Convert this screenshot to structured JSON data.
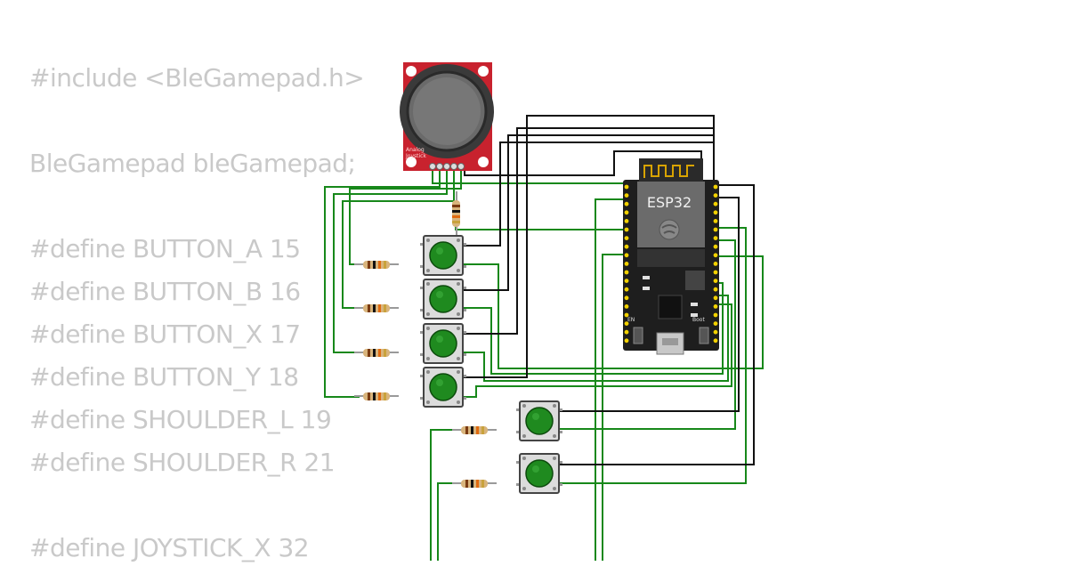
{
  "code_lines": [
    "#include <BleGamepad.h>",
    "",
    "BleGamepad bleGamepad;",
    "",
    "#define BUTTON_A 15",
    "#define BUTTON_B 16",
    "#define BUTTON_X 17",
    "#define BUTTON_Y 18",
    "#define SHOULDER_L 19",
    "#define SHOULDER_R 21",
    "",
    "#define JOYSTICK_X 32"
  ],
  "board": {
    "label": "ESP32",
    "en_label": "EN",
    "boot_label": "Boot"
  },
  "joystick": {
    "label_line1": "Analog",
    "label_line2": "Joystick"
  },
  "colors": {
    "code_text": "#c9c9c9",
    "wire_black": "#111111",
    "wire_green": "#17881a",
    "button_cap": "#1f8a1f",
    "joystick_pcb": "#c8222e",
    "board": "#1e1e1e"
  }
}
